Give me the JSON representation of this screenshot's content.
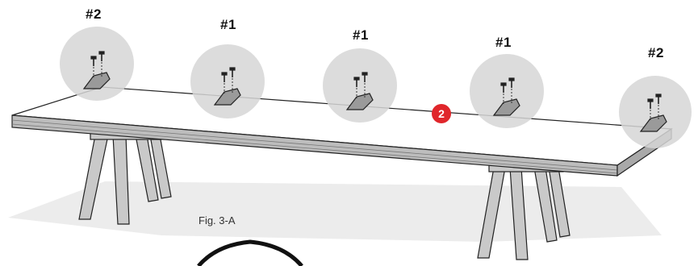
{
  "figure_caption": "Fig. 3-A",
  "step_badge": {
    "text": "2",
    "color": "#e0262b"
  },
  "callouts": [
    {
      "label": "#2"
    },
    {
      "label": "#1"
    },
    {
      "label": "#1"
    },
    {
      "label": "#1"
    },
    {
      "label": "#2"
    }
  ],
  "colors": {
    "board_top": "#ffffff",
    "board_edge": "#bdbdbd",
    "sawhorse": "#c9c9c9",
    "shadow": "#ececec",
    "callout_circle": "#d6d6d6",
    "outline": "#222222"
  }
}
